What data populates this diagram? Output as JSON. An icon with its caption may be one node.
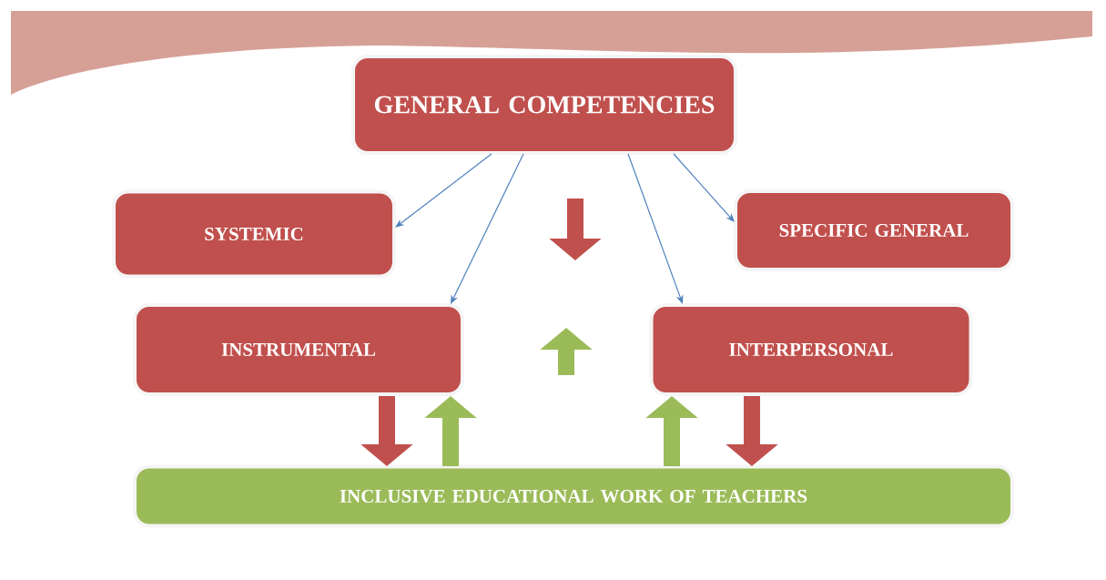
{
  "diagram": {
    "nodes": [
      {
        "text": [
          "GENERAL COMPETENCIES"
        ]
      },
      {
        "text": [
          "SYSTEMIC"
        ]
      },
      {
        "text": [
          "SPECIFIC GENERAL"
        ]
      },
      {
        "text": [
          "INSTRUMENTAL"
        ]
      },
      {
        "text": [
          "INTERPERSONAL"
        ]
      },
      {
        "text": [
          "INCLUSIVE EDUCATIONAL WORK OF TEACHERS"
        ]
      }
    ],
    "edges": [
      {
        "from": 0,
        "to": 1,
        "arrow": "to",
        "color": "#4f81bd"
      },
      {
        "from": 0,
        "to": 2,
        "arrow": "to",
        "color": "#4f81bd"
      },
      {
        "from": 0,
        "to": 3,
        "arrow": "to",
        "color": "#4f81bd"
      },
      {
        "from": 0,
        "to": 4,
        "arrow": "to",
        "color": "#4f81bd"
      },
      {
        "from": 3,
        "to": 5,
        "arrow": "to",
        "style": "thick",
        "color": "#c0504d"
      },
      {
        "from": 5,
        "to": 3,
        "arrow": "to",
        "style": "thick",
        "color": "#9bbb59"
      },
      {
        "from": 5,
        "to": 4,
        "arrow": "to",
        "style": "thick",
        "color": "#9bbb59"
      },
      {
        "from": 4,
        "to": 5,
        "arrow": "to",
        "style": "thick",
        "color": "#c0504d"
      }
    ]
  }
}
